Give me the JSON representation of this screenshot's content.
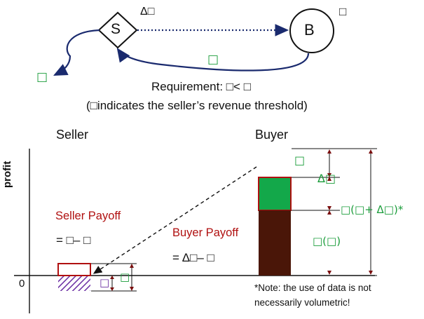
{
  "top": {
    "seller_node": "S",
    "buyer_node": "B",
    "delta_label": "Δ□",
    "buyer_side_label": "□",
    "return_arrow_label": "□",
    "threshold_label": "□",
    "requirement_text": "Requirement: □< □",
    "indicates_text": "(□indicates the seller’s revenue threshold)"
  },
  "diagram": {
    "seller_title": "Seller",
    "buyer_title": "Buyer",
    "y_axis_label": "profit",
    "zero_label": "0",
    "seller_payoff_title": "Seller Payoff",
    "seller_payoff_formula": "= □– □",
    "buyer_payoff_title": "Buyer Payoff",
    "buyer_payoff_formula": "= Δ□– □",
    "seller_small_green": "□",
    "seller_small_purple": "□",
    "buyer_delta_label": "Δ□",
    "buyer_mid_label": "□(□+ Δ□)*",
    "buyer_lower_label": "□(□)",
    "buyer_top_label": "□",
    "note_line1": "*Note: the use of data is not",
    "note_line2": "necessarily volumetric!"
  },
  "colors": {
    "green_fill": "#13a84a",
    "brown_fill": "#4a1608",
    "red_outline": "#b01010",
    "hatch": "#6b2fa3",
    "arrow_blue": "#1a2a6e"
  }
}
